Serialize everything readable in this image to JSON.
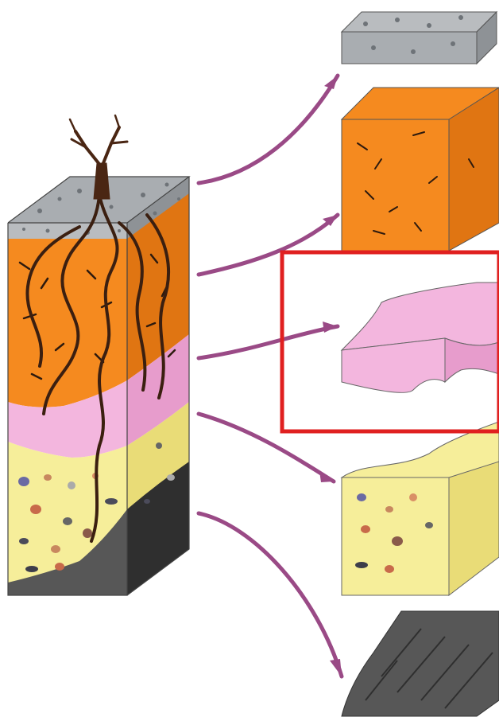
{
  "diagram": {
    "subject": "soil-profile-horizons",
    "background": "#ffffff",
    "colors": {
      "gravel": "#b9bcbf",
      "gravel_dark": "#8e9296",
      "orange": "#f58a1f",
      "orange_dark": "#e07512",
      "pink": "#f3b6de",
      "pink_dark": "#e79ccc",
      "yellow": "#f6ee9a",
      "yellow_dark": "#e9dc77",
      "rock": "#575757",
      "rock_dark": "#2f2f2f",
      "root": "#3b1f10",
      "arrow": "#9a4a86",
      "highlight": "#e02020"
    },
    "icons": [
      "tree-root-icon",
      "arrow-icon"
    ],
    "layers": [
      {
        "id": "gravel-layer"
      },
      {
        "id": "orange-layer"
      },
      {
        "id": "pink-layer"
      },
      {
        "id": "yellow-layer"
      },
      {
        "id": "bedrock-layer"
      }
    ],
    "highlighted_layer": "pink-layer"
  }
}
